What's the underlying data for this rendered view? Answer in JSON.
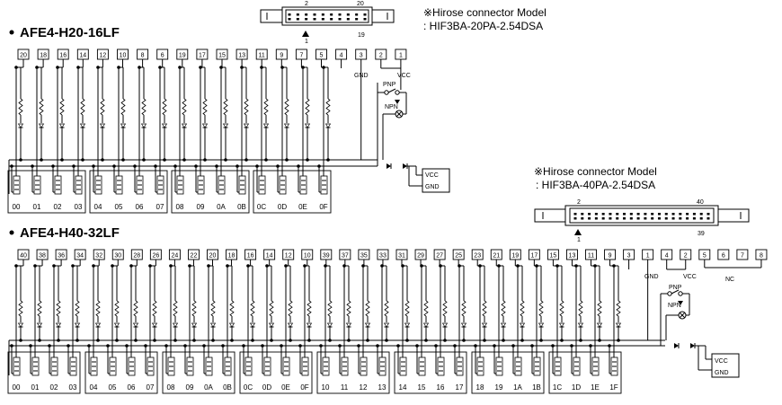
{
  "top": {
    "title": "AFE4-H20-16LF",
    "note_model_label": "※Hirose connector Model",
    "note_model_value": ": HIF3BA-20PA-2.54DSA",
    "connector_pin_2": "2",
    "connector_pin_20": "20",
    "connector_pin_1": "1",
    "connector_pin_19": "19",
    "pins": [
      "20",
      "18",
      "16",
      "14",
      "12",
      "10",
      "8",
      "6",
      "19",
      "17",
      "15",
      "13",
      "11",
      "9",
      "7",
      "5",
      "4",
      "3",
      "2",
      "1"
    ],
    "gnd_label": "GND",
    "vcc_label": "VCC",
    "pnp_label": "PNP",
    "npn_label": "NPN",
    "out_vcc": "VCC",
    "out_gnd": "GND",
    "addresses": [
      "00",
      "01",
      "02",
      "03",
      "04",
      "05",
      "06",
      "07",
      "08",
      "09",
      "0A",
      "0B",
      "0C",
      "0D",
      "0E",
      "0F"
    ]
  },
  "bottom": {
    "title": "AFE4-H40-32LF",
    "note_model_label": "※Hirose connector Model",
    "note_model_value": ": HIF3BA-40PA-2.54DSA",
    "connector_pin_2": "2",
    "connector_pin_40": "40",
    "connector_pin_1": "1",
    "connector_pin_39": "39",
    "pins": [
      "40",
      "38",
      "36",
      "34",
      "32",
      "30",
      "28",
      "26",
      "24",
      "22",
      "20",
      "18",
      "16",
      "14",
      "12",
      "10",
      "39",
      "37",
      "35",
      "33",
      "31",
      "29",
      "27",
      "25",
      "23",
      "21",
      "19",
      "17",
      "15",
      "13",
      "11",
      "9",
      "3",
      "1",
      "4",
      "2",
      "5",
      "6",
      "7",
      "8"
    ],
    "gnd_label": "GND",
    "vcc_label": "VCC",
    "nc_label": "NC",
    "pnp_label": "PNP",
    "npn_label": "NPN",
    "out_vcc": "VCC",
    "out_gnd": "GND",
    "addresses": [
      "00",
      "01",
      "02",
      "03",
      "04",
      "05",
      "06",
      "07",
      "08",
      "09",
      "0A",
      "0B",
      "0C",
      "0D",
      "0E",
      "0F",
      "10",
      "11",
      "12",
      "13",
      "14",
      "15",
      "16",
      "17",
      "18",
      "19",
      "1A",
      "1B",
      "1C",
      "1D",
      "1E",
      "1F"
    ]
  }
}
